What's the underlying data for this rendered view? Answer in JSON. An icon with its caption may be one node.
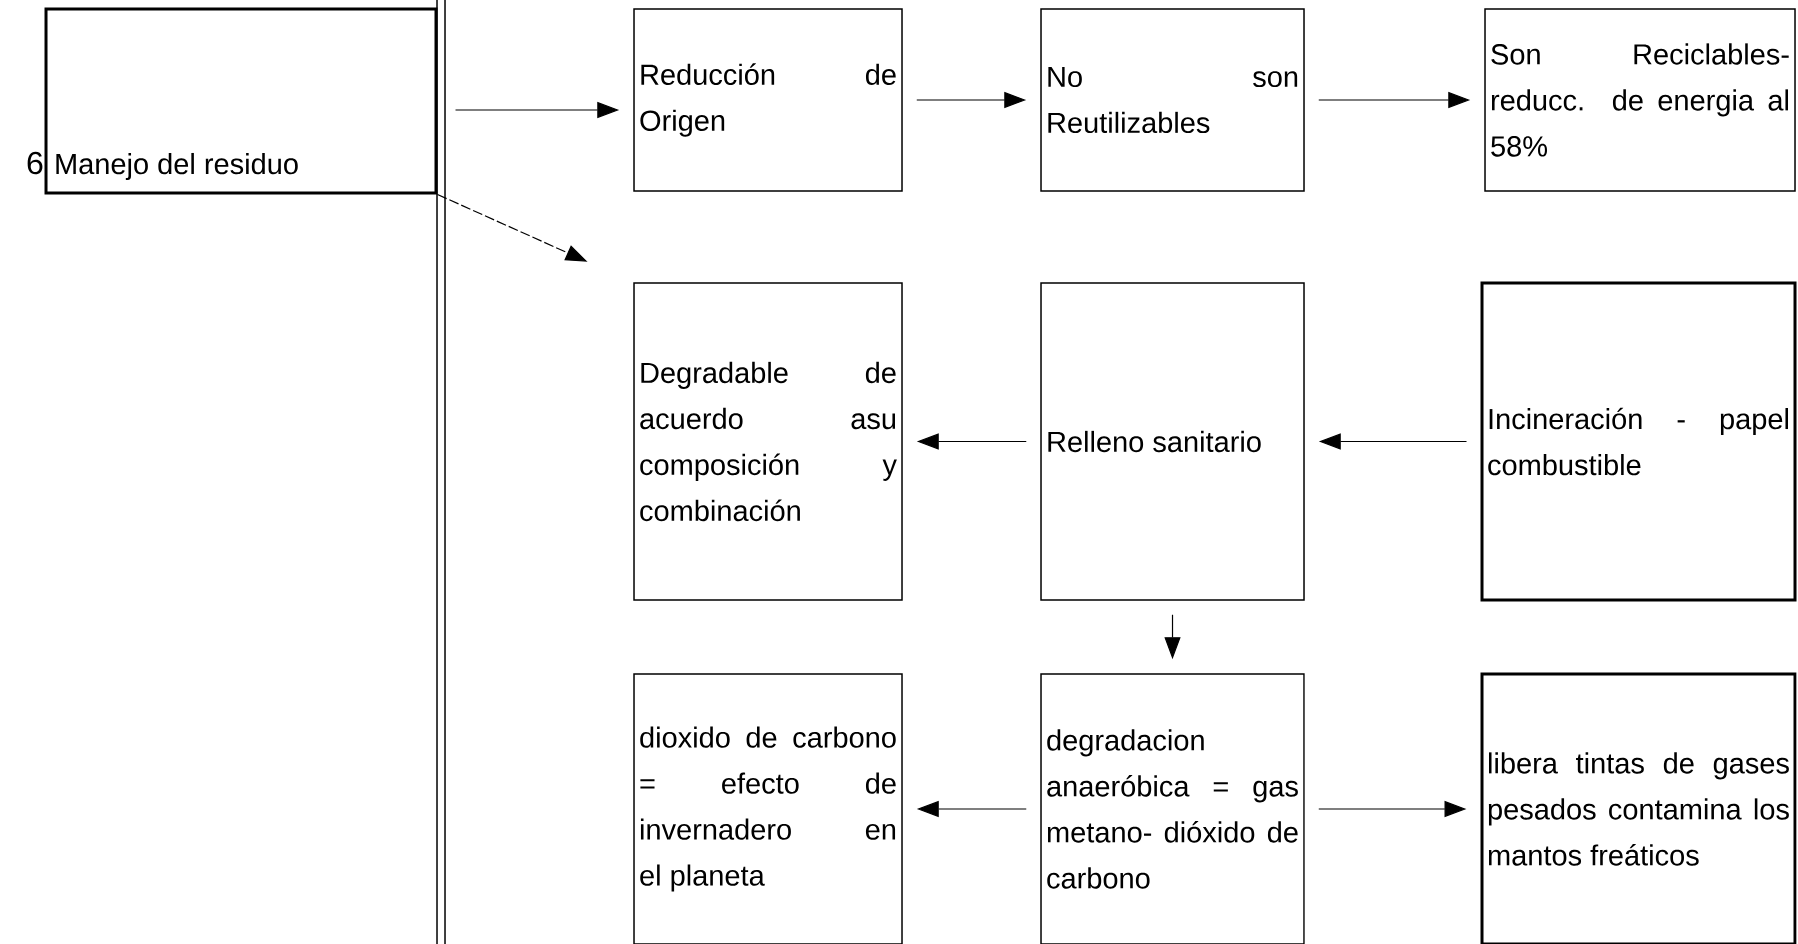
{
  "diagram": {
    "nodes": [
      {
        "text": [
          "Manejo del residuo"
        ]
      },
      {
        "text": [
          "Reducción de Origen"
        ]
      },
      {
        "text": [
          "No son Reutilizables"
        ]
      },
      {
        "text": [
          "Son Reciclables- reducc. de energia al 58%"
        ]
      },
      {
        "text": [
          "Degradable de acuerdo asu composición y combinación"
        ]
      },
      {
        "text": [
          "Relleno sanitario"
        ]
      },
      {
        "text": [
          "Incineración - papel combustible"
        ]
      },
      {
        "text": [
          "dioxido de carbono = efecto de invernadero en el planeta"
        ]
      },
      {
        "text": [
          "degradacion anaeróbica = gas metano- dióxido de carbono"
        ]
      },
      {
        "text": [
          "libera tintas de gases pesados contamina los mantos freáticos"
        ]
      }
    ],
    "edges": [
      {
        "from": 0,
        "to": 1,
        "arrow": "to"
      },
      {
        "from": 1,
        "to": 2,
        "arrow": "to"
      },
      {
        "from": 2,
        "to": 3,
        "arrow": "to"
      },
      {
        "from": 0,
        "to": 4,
        "arrow": "to",
        "style": "dashed"
      },
      {
        "from": 6,
        "to": 5,
        "arrow": "to"
      },
      {
        "from": 5,
        "to": 4,
        "arrow": "to"
      },
      {
        "from": 5,
        "to": 8,
        "arrow": "to"
      },
      {
        "from": 8,
        "to": 7,
        "arrow": "to"
      },
      {
        "from": 8,
        "to": 9,
        "arrow": "to"
      }
    ],
    "labels": [
      "6"
    ]
  }
}
